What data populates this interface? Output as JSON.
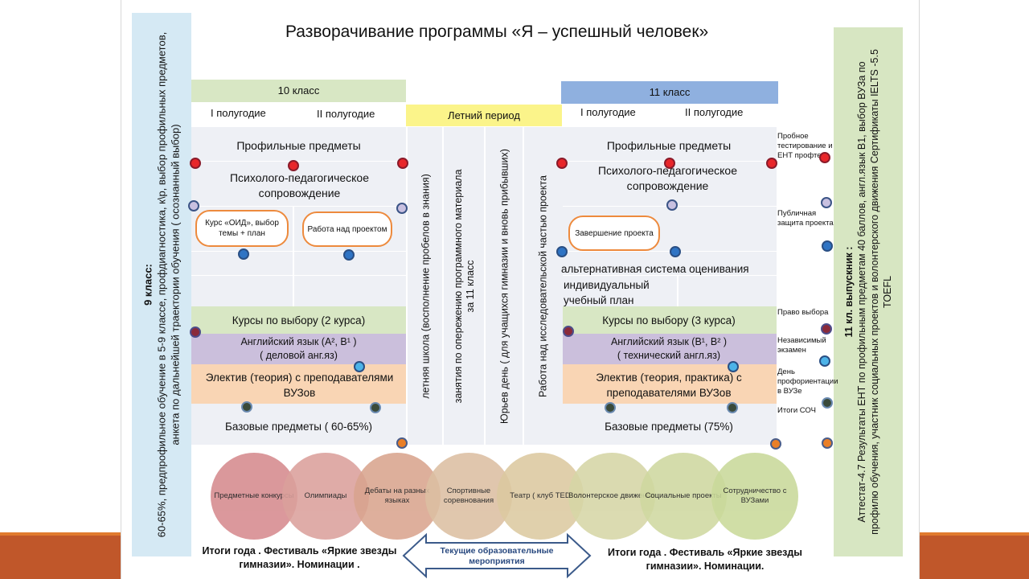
{
  "title": "Разворачивание программы «Я – успешный человек»",
  "left_side": {
    "heading": "9 класс:",
    "text": "60-65%, предпрофильное обучение в 5-9 классе, профдиагностика, к\\р, выбор профильных предметов, анкета по дальнейшей траектории обучения ( осознанный выбор)"
  },
  "right_side": {
    "heading": "11 кл. выпускник :",
    "text": "Аттестат-4.7 Результаты ЕНТ по профильным предметам 40 баллов, англ.язык В1, выбор ВУЗа по профилю обучения, участник социальных проектов и волонтерского движения Сертификаты IELTS -5.5 TOEFL"
  },
  "grade10": {
    "header": "10 класс",
    "half1": "I полугодие",
    "half2": "II полугодие",
    "profile": "Профильные предметы",
    "psych": "Психолого-педагогическое сопровождение",
    "oval1": "Курс «ОИД», выбор темы + план",
    "oval2": "Работа над проектом",
    "electives": "Курсы по выбору (2 курса)",
    "english": "Английский язык (А², В¹ )\n( деловой анг.яз)",
    "elective_theory": "Электив (теория) с преподавателями ВУЗов",
    "base": "Базовые предметы ( 60-65%)"
  },
  "summer": {
    "header": "Летний период",
    "col1": "летняя школа (восполнение пробелов в знания)",
    "col2": "занятия по опережению программного материала за 11 класс",
    "col3": "Юрьев день ( для учащихся гимназии и вновь прибывших)",
    "col4": "Работа над исследовательской частью проекта"
  },
  "grade11": {
    "header": "11 класс",
    "half1": "I полугодие",
    "half2": "II полугодие",
    "profile": "Профильные предметы",
    "psych": "Психолого-педагогическое сопровождение",
    "oval1": "Завершение проекта",
    "alt_eval": "альтернативная система оценивания",
    "individual": "индивидуальный учебный план",
    "electives": "Курсы по выбору (3 курса)",
    "english": "Английский язык (В¹, В² )\n( технический англ.яз)",
    "elective_theory": "Электив (теория, практика) с преподавателями ВУЗов",
    "base": "Базовые предметы (75%)"
  },
  "side_notes": [
    "Пробное тестирование и ЕНТ профтест",
    "Публичная защита проекта",
    "Право выбора",
    "Независимый экзамен",
    "День профориентации в ВУЗе",
    "Итоги СОЧ"
  ],
  "activities": [
    "Предметные конкурсы",
    "Олимпиады",
    "Дебаты на разных языках",
    "Спортивные соревнования",
    "Театр ( клуб TED",
    "Волонтерское движение",
    "Социальные проекты",
    "Сотрудничество с ВУЗами"
  ],
  "activity_colors": [
    "#d68a8e",
    "#dba09c",
    "#d9a48e",
    "#dcbfa2",
    "#dcc9a0",
    "#d6d6a6",
    "#cfd8a0",
    "#c9d99a"
  ],
  "footer_left": "Итоги года . Фестиваль «Яркие звезды гимназии». Номинации .",
  "footer_right": "Итоги года . Фестиваль «Яркие звезды гимназии». Номинации.",
  "arrow_label": "Текущие образовательные мероприятия",
  "colors": {
    "grade10_header": "#d8e7c4",
    "grade11_header": "#8fb0df",
    "summer_header": "#fbf48a",
    "oval_border": "#ed8a3d",
    "brand_bar": "#c0572a"
  }
}
